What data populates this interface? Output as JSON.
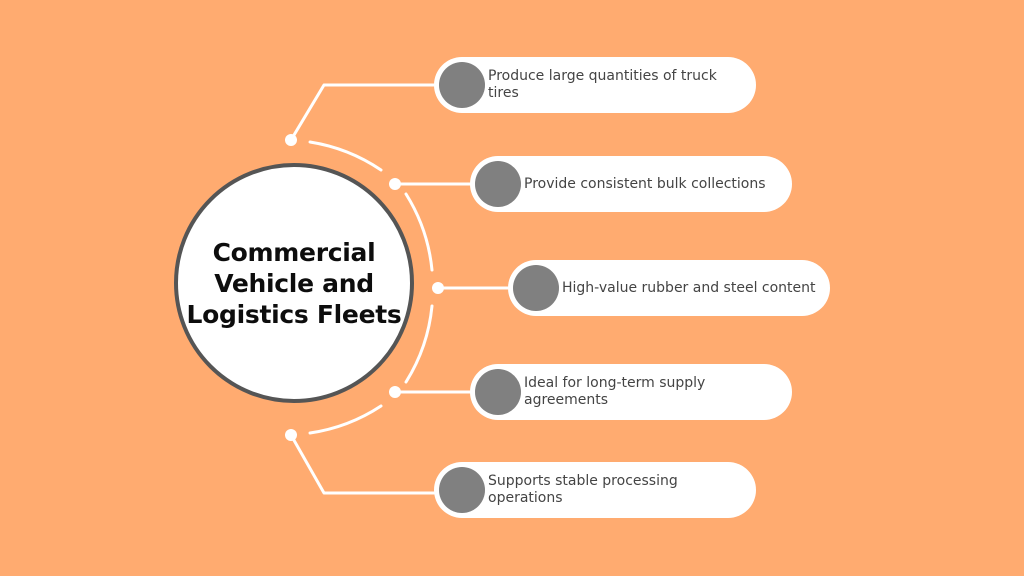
{
  "hub": {
    "title": "Commercial\nVehicle and\nLogistics Fleets"
  },
  "colors": {
    "background": "#FFAB70",
    "card": "#FFFFFF",
    "hub_border": "#555555",
    "icon": "#808080",
    "connector": "#FFFFFF",
    "text": "#444444",
    "title": "#0D0D0D"
  },
  "items": [
    {
      "label": "Produce large quantities of truck tires",
      "icon": "grey-circle-icon"
    },
    {
      "label": "Provide consistent bulk collections",
      "icon": "grey-circle-icon"
    },
    {
      "label": "High-value rubber and steel content",
      "icon": "grey-circle-icon"
    },
    {
      "label": "Ideal for long-term supply agreements",
      "icon": "grey-circle-icon"
    },
    {
      "label": "Supports stable processing operations",
      "icon": "grey-circle-icon"
    }
  ]
}
